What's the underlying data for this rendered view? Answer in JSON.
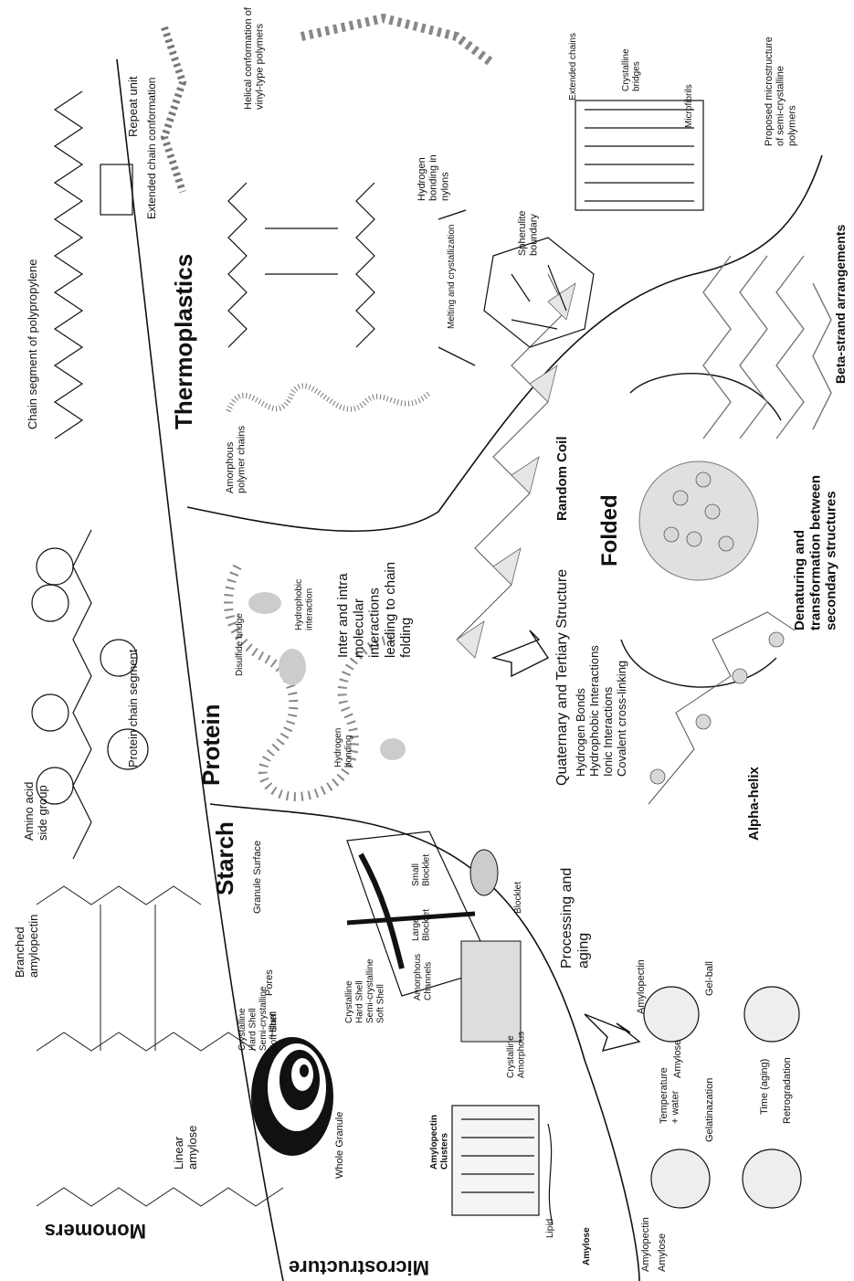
{
  "sections": {
    "monomers": "Monomers",
    "microstructure": "Microstructure",
    "starch": "Starch",
    "protein": "Protein",
    "thermoplastics": "Thermoplastics"
  },
  "monomers": {
    "branched": "Branched\namylopectin",
    "linear": "Linear\namylose",
    "amino": "Amino acid\nside group",
    "protein_chain": "Protein chain segment",
    "pp_chain": "Chain segment of polypropylene",
    "repeat": "Repeat unit"
  },
  "starch": {
    "granule_surface": "Granule Surface",
    "pores": "Pores",
    "shells": "Crystalline\nHard Shell\nSemi-crystalline\nSoft Shell",
    "hilum": "Hilum",
    "whole_granule": "Whole Granule",
    "shells2": "Crystalline\nHard Shell\nSemi-crystalline\nSoft Shell",
    "small_blocklet": "Small\nBlocklet",
    "large_blocklet": "Large\nBlocklet",
    "amorph_channels": "Amorphous\nChannels",
    "blocklet": "Blocklet",
    "cryst_amorph": "Crystalline\nAmorphous",
    "amylopectin_clusters": "Amylopectin\nClusters",
    "lipid": "Lipid",
    "amylose": "Amylose",
    "processing": "Processing and\naging",
    "amylopectin_a": "Amylopectin",
    "amylose_a": "Amylose",
    "gel_ball": "Gel-ball",
    "temp_water": "Temperature\n+ water",
    "gelatinization": "Gelatinazation",
    "time_aging": "Time (aging)",
    "retrogradation": "Retrogradation",
    "amylopectin_b": "Amylopectin",
    "amylose_b": "Amylose"
  },
  "protein": {
    "disulfide": "Disulfide bridge",
    "hydrophobic": "Hydrophobic\ninteraction",
    "hbond": "Hydrogen\nbonding",
    "interactions": "Inter and intra\nmolecular\ninteractions\nleading to chain\nfolding",
    "quaternary": "Quaternary and Tertiary Structure",
    "q_items": "Hydrogen Bonds\nHydrophobic Interactions\nIonic Interactions\nCovalent cross-linking",
    "random_coil": "Random Coil",
    "folded": "Folded",
    "alpha": "Alpha-helix",
    "beta": "Beta-strand arrangements",
    "denaturing": "Denaturing and\ntransformation between\nsecondary structures"
  },
  "thermo": {
    "amorphous": "Amorphous\npolymer chains",
    "extended": "Extended chain conformation",
    "helical": "Helical conformation of\nvinyl-type polymers",
    "hbond_nylon": "Hydrogen\nbonding in\nnylons",
    "melting": "Melting and crystallization",
    "spherulite": "Spherulite\nboundary",
    "extended_chains": "Extended chains",
    "cryst_bridges": "Crystalline\nbridges",
    "microfibrils": "Microfibrils",
    "proposed": "Proposed microstructure\nof semi-crystalline\npolymers"
  }
}
